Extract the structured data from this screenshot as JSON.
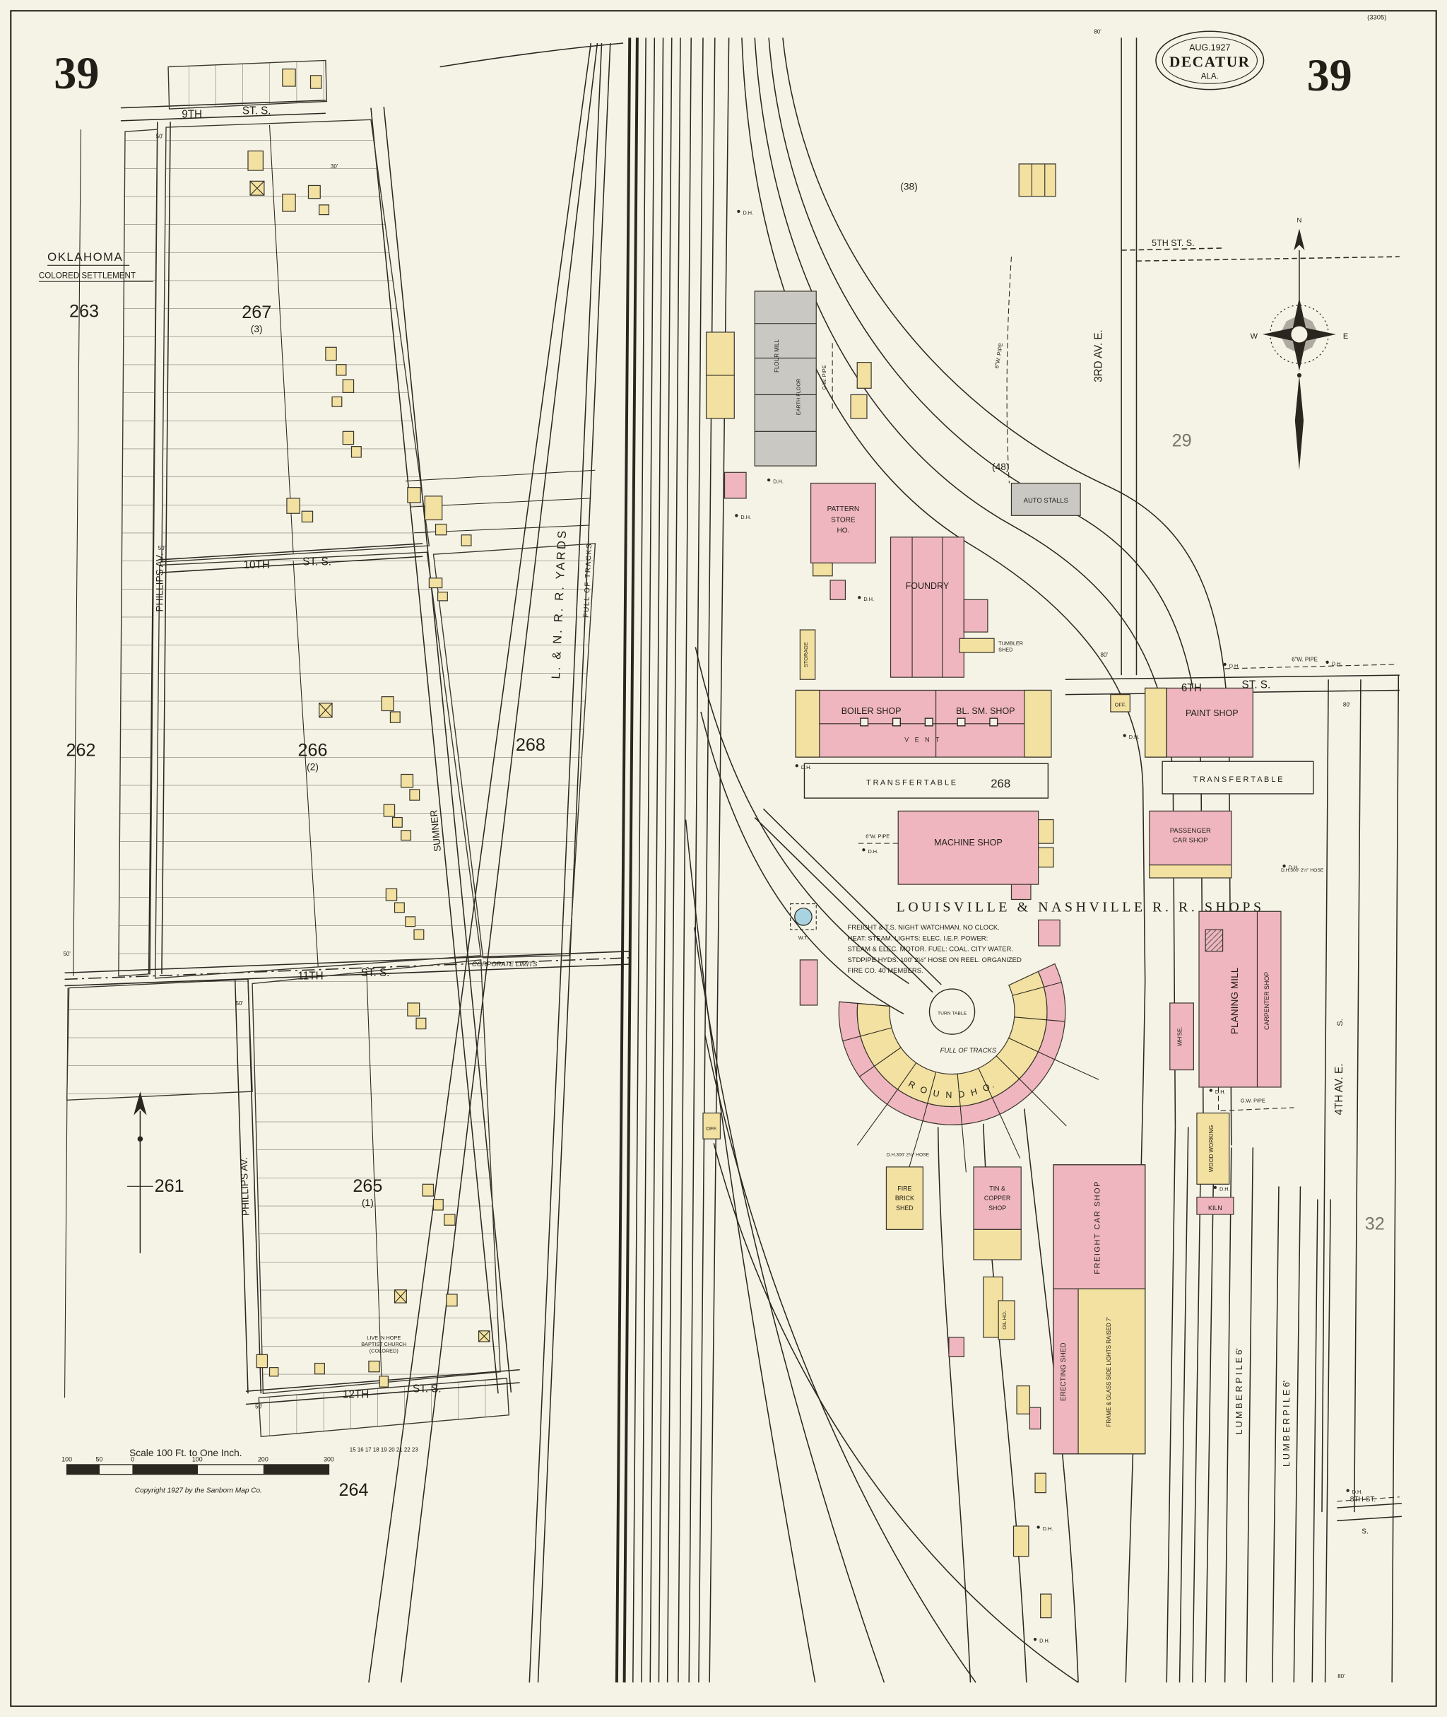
{
  "header": {
    "sheet_left": "39",
    "sheet_right": "39",
    "plate": "(3305)",
    "badge_date": "AUG.1927",
    "badge_city": "DECATUR",
    "badge_state": "ALA."
  },
  "left": {
    "settlement_title": "OKLAHOMA",
    "settlement_sub": "COLORED SETTLEMENT",
    "st9": "9TH",
    "st9s": "ST. S.",
    "st10": "10TH",
    "st10s": "ST. S.",
    "st11": "11TH",
    "st11s": "ST. S.",
    "st12": "12TH",
    "st12s": "ST. S.",
    "phillips_upper": "PHILLIPS   AV.",
    "phillips_lower": "PHILLIPS   AV.",
    "sumner": "SUMNER",
    "ln_yards": "L. & N.  R. R.  YARDS",
    "full_tracks": "FULL  OF  TRACKS",
    "corp_limits": "CORPORATE LIMITS",
    "b263": "263",
    "b267": "267",
    "b267a": "(3)",
    "b262": "262",
    "b266": "266",
    "b266a": "(2)",
    "b268": "268",
    "b261": "261",
    "b265": "265",
    "b265a": "(1)",
    "b264": "264",
    "church1": "LIVE IN HOPE",
    "church2": "BAPTIST CHURCH",
    "church3": "(COLORED)",
    "lot_numbers": "15    16    17    18    19    20    21    22    23",
    "d50": "50'",
    "d30": "30'"
  },
  "yard": {
    "n38": "(38)",
    "n48": "(48)",
    "n29": "29",
    "n32": "32",
    "n268": "268",
    "st5": "5TH ST. S.",
    "ave3": "3RD    AV. E.",
    "st6": "6TH",
    "st6s": "ST. S.",
    "ave4": "4TH    AV. E.",
    "ave4s": "S.",
    "st8": "8TH ST.",
    "st8s": "S.",
    "bl": {
      "pattern1": "PATTERN",
      "pattern2": "STORE",
      "pattern3": "HO.",
      "auto": "AUTO STALLS",
      "foundry": "FOUNDRY",
      "tumbler1": "TUMBLER",
      "tumbler2": "SHED",
      "storage": "STORAGE",
      "boiler": "BOILER SHOP",
      "blsm": "BL. SM. SHOP",
      "vent": "V  E  N  T",
      "paint": "PAINT SHOP",
      "transfer": "T R A N S F E R     T A B L E",
      "machine": "MACHINE SHOP",
      "pass1": "PASSENGER",
      "pass2": "CAR SHOP",
      "roundho": "R O U N D    H O.",
      "turntable": "TURN TABLE",
      "fulltracks": "FULL OF TRACKS",
      "fire1": "FIRE",
      "fire2": "BRICK",
      "fire3": "SHED",
      "tin1": "TIN &",
      "tin2": "COPPER",
      "tin3": "SHOP",
      "freight": "FREIGHT CAR SHOP",
      "erecting": "ERECTING  SHED",
      "frame_note": "FRAME & GLASS SIDE LIGHTS RAISED 7'",
      "planing": "PLANING  MILL",
      "carpenter": "CARPENTER SHOP",
      "whse": "WH'SE.",
      "wood": "WOOD WORKING",
      "kiln": "KILN",
      "lumber": "L U M B E R     P I L E    6'",
      "oil": "OIL HO.",
      "office": "OFF.",
      "mill1": "FLOUR MILL",
      "mill2": "EARTH FLOOR"
    },
    "title": "LOUISVILLE   &   NASHVILLE   R. R.  SHOPS",
    "notes1": "FREIGHT & T.S. NIGHT WATCHMAN. NO CLOCK.",
    "notes2": "HEAT: STEAM. LIGHTS: ELEC. I.E.P. POWER:",
    "notes3": "STEAM & ELEC. MOTOR. FUEL: COAL. CITY WATER.",
    "notes4": "STDPIPE HYDS. 100' 2½\" HOSE ON REEL. ORGANIZED",
    "notes5": "FIRE CO. 40 MEMBERS.",
    "an": {
      "dh": "D.H.",
      "wt": "W.T.",
      "pipe6": "6\"W. PIPE",
      "pipegw": "G.W. PIPE",
      "hose": "D.H.300'  2½\" HOSE",
      "d80": "80'"
    }
  },
  "compass": {
    "n": "N",
    "w": "W",
    "e": "E"
  },
  "footer": {
    "scale_label": "Scale 100 Ft. to One Inch.",
    "t100a": "100",
    "t50": "50",
    "t0": "0",
    "t100b": "100",
    "t200": "200",
    "t300": "300",
    "copyright": "Copyright 1927 by the Sanborn Map Co."
  }
}
